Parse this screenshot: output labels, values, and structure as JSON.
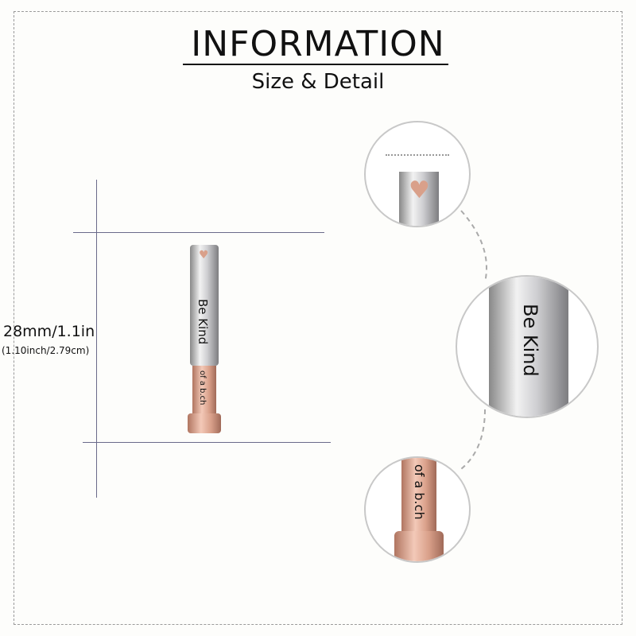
{
  "header": {
    "title": "INFORMATION",
    "subtitle": "Size & Detail"
  },
  "dimension": {
    "primary": "28mm/1.1in",
    "secondary": "(1.10inch/2.79cm)"
  },
  "engraving": {
    "front": "Be Kind",
    "back": "of a b.ch"
  },
  "colors": {
    "silver": "#cfcfd2",
    "rose_gold": "#e3ad98"
  }
}
